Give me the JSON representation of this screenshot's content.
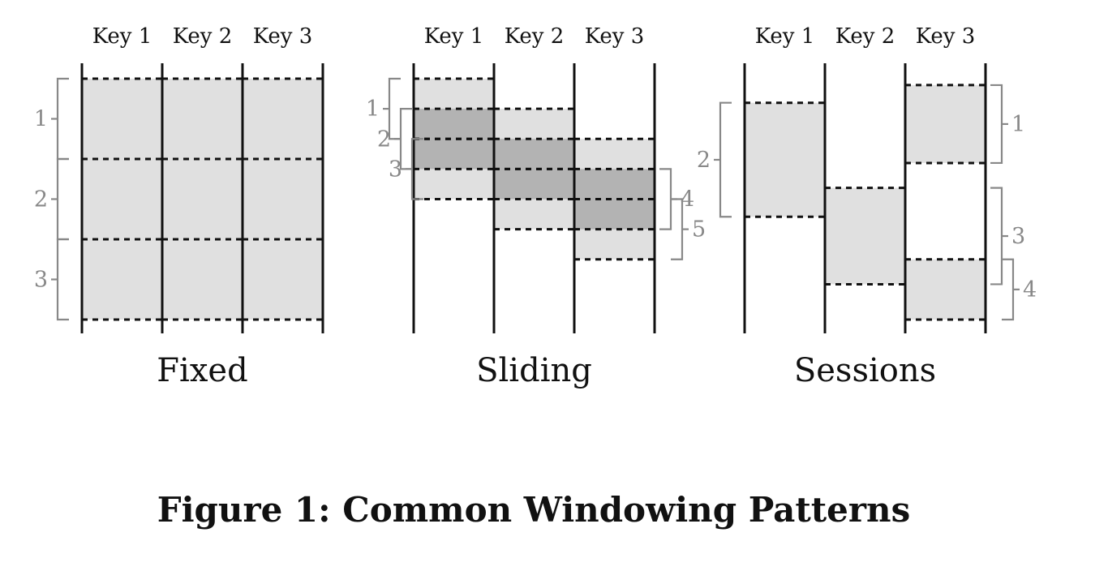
{
  "caption": "Figure 1: Common Windowing Patterns",
  "colors": {
    "light": "#e0e0e0",
    "dark": "#b3b3b3",
    "bracket": "#888888",
    "line": "#111111"
  },
  "panels": [
    {
      "id": "fixed",
      "title": "Fixed",
      "keys": [
        "Key 1",
        "Key 2",
        "Key 3"
      ],
      "windows": [
        {
          "key": 0,
          "start": 0.5,
          "end": 1.5
        },
        {
          "key": 1,
          "start": 0.5,
          "end": 1.5
        },
        {
          "key": 2,
          "start": 0.5,
          "end": 1.5
        },
        {
          "key": 0,
          "start": 1.5,
          "end": 2.5
        },
        {
          "key": 1,
          "start": 1.5,
          "end": 2.5
        },
        {
          "key": 2,
          "start": 1.5,
          "end": 2.5
        },
        {
          "key": 0,
          "start": 2.5,
          "end": 3.5
        },
        {
          "key": 1,
          "start": 2.5,
          "end": 3.5
        },
        {
          "key": 2,
          "start": 2.5,
          "end": 3.5
        }
      ],
      "shading": [
        {
          "key": 0,
          "start": 0.5,
          "end": 3.5,
          "level": "light"
        },
        {
          "key": 1,
          "start": 0.5,
          "end": 3.5,
          "level": "light"
        },
        {
          "key": 2,
          "start": 0.5,
          "end": 3.5,
          "level": "light"
        }
      ],
      "brackets": [
        {
          "label": "1",
          "side": "left",
          "start": 0.5,
          "end": 1.5,
          "depth": 0
        },
        {
          "label": "2",
          "side": "left",
          "start": 1.5,
          "end": 2.5,
          "depth": 0
        },
        {
          "label": "3",
          "side": "left",
          "start": 2.5,
          "end": 3.5,
          "depth": 0
        }
      ]
    },
    {
      "id": "sliding",
      "title": "Sliding",
      "keys": [
        "Key 1",
        "Key 2",
        "Key 3"
      ],
      "windows": [
        {
          "key": 0,
          "start": 0.5,
          "end": 1.25
        },
        {
          "key": 0,
          "start": 0.875,
          "end": 1.625
        },
        {
          "key": 0,
          "start": 1.25,
          "end": 2.0
        },
        {
          "key": 1,
          "start": 0.875,
          "end": 1.625
        },
        {
          "key": 1,
          "start": 1.25,
          "end": 2.0
        },
        {
          "key": 1,
          "start": 1.625,
          "end": 2.375
        },
        {
          "key": 2,
          "start": 1.25,
          "end": 2.0
        },
        {
          "key": 2,
          "start": 1.625,
          "end": 2.375
        },
        {
          "key": 2,
          "start": 2.0,
          "end": 2.75
        }
      ],
      "shading": [
        {
          "key": 0,
          "start": 0.5,
          "end": 2.0,
          "level": "light"
        },
        {
          "key": 0,
          "start": 0.875,
          "end": 1.625,
          "level": "dark"
        },
        {
          "key": 1,
          "start": 0.875,
          "end": 2.375,
          "level": "light"
        },
        {
          "key": 1,
          "start": 1.25,
          "end": 2.0,
          "level": "dark"
        },
        {
          "key": 2,
          "start": 1.25,
          "end": 2.75,
          "level": "light"
        },
        {
          "key": 2,
          "start": 1.625,
          "end": 2.375,
          "level": "dark"
        }
      ],
      "brackets": [
        {
          "label": "1",
          "side": "left",
          "start": 0.5,
          "end": 1.25,
          "depth": 0
        },
        {
          "label": "2",
          "side": "left",
          "start": 0.875,
          "end": 1.625,
          "depth": 1
        },
        {
          "label": "3",
          "side": "left",
          "start": 1.25,
          "end": 2.0,
          "depth": 2
        },
        {
          "label": "4",
          "side": "right",
          "start": 1.625,
          "end": 2.375,
          "depth": 0
        },
        {
          "label": "5",
          "side": "right",
          "start": 2.0,
          "end": 2.75,
          "depth": 1
        }
      ]
    },
    {
      "id": "sessions",
      "title": "Sessions",
      "keys": [
        "Key 1",
        "Key 2",
        "Key 3"
      ],
      "windows": [
        {
          "key": 0,
          "start": 0.8,
          "end": 2.22
        },
        {
          "key": 1,
          "start": 1.86,
          "end": 3.06
        },
        {
          "key": 2,
          "start": 0.58,
          "end": 1.55
        },
        {
          "key": 2,
          "start": 2.75,
          "end": 3.5
        }
      ],
      "shading": [
        {
          "key": 0,
          "start": 0.8,
          "end": 2.22,
          "level": "light"
        },
        {
          "key": 1,
          "start": 1.86,
          "end": 3.06,
          "level": "light"
        },
        {
          "key": 2,
          "start": 0.58,
          "end": 1.55,
          "level": "light"
        },
        {
          "key": 2,
          "start": 2.75,
          "end": 3.5,
          "level": "light"
        }
      ],
      "brackets": [
        {
          "label": "2",
          "side": "left",
          "start": 0.8,
          "end": 2.22,
          "depth": 0
        },
        {
          "label": "1",
          "side": "right",
          "start": 0.58,
          "end": 1.55,
          "depth": 0
        },
        {
          "label": "3",
          "side": "right",
          "start": 1.86,
          "end": 3.06,
          "depth": 0
        },
        {
          "label": "4",
          "side": "right",
          "start": 2.75,
          "end": 3.5,
          "depth": 1
        }
      ]
    }
  ]
}
